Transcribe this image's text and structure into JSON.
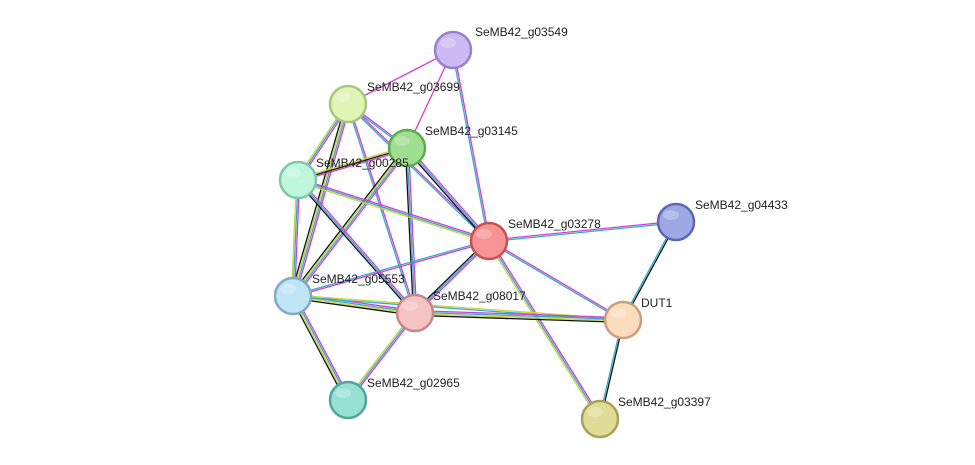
{
  "chart_data": {
    "type": "network",
    "nodes": [
      {
        "id": "SeMB42_g03549",
        "label": "SeMB42_g03549",
        "fill": "#cbbaf3",
        "stroke": "#9a7fd0"
      },
      {
        "id": "SeMB42_g03699",
        "label": "SeMB42_g03699",
        "fill": "#dff5b6",
        "stroke": "#a6c87a"
      },
      {
        "id": "SeMB42_g03145",
        "label": "SeMB42_g03145",
        "fill": "#9fdd8f",
        "stroke": "#5faa50"
      },
      {
        "id": "SeMB42_g00285",
        "label": "SeMB42_g00285",
        "fill": "#bff7dc",
        "stroke": "#7fc8a6"
      },
      {
        "id": "SeMB42_g03278",
        "label": "SeMB42_g03278",
        "fill": "#f79393",
        "stroke": "#c95050"
      },
      {
        "id": "SeMB42_g04433",
        "label": "SeMB42_g04433",
        "fill": "#9ea8e5",
        "stroke": "#5b67b5"
      },
      {
        "id": "SeMB42_g05553",
        "label": "SeMB42_g05553",
        "fill": "#bfe4f6",
        "stroke": "#7fa9c4"
      },
      {
        "id": "SeMB42_g08017",
        "label": "SeMB42_g08017",
        "fill": "#f6c3c3",
        "stroke": "#c48888"
      },
      {
        "id": "DUT1",
        "label": "DUT1",
        "fill": "#fbdcbd",
        "stroke": "#c9a07c"
      },
      {
        "id": "SeMB42_g02965",
        "label": "SeMB42_g02965",
        "fill": "#97e0d4",
        "stroke": "#4fa69a"
      },
      {
        "id": "SeMB42_g03397",
        "label": "SeMB42_g03397",
        "fill": "#e0dc97",
        "stroke": "#a8a258"
      }
    ],
    "edges": [
      {
        "source": "SeMB42_g03549",
        "target": "SeMB42_g03699",
        "colors": [
          "#d13fd1"
        ]
      },
      {
        "source": "SeMB42_g03549",
        "target": "SeMB42_g03145",
        "colors": [
          "#d13fd1"
        ]
      },
      {
        "source": "SeMB42_g03549",
        "target": "SeMB42_g03278",
        "colors": [
          "#d13fd1",
          "#34aacb"
        ]
      },
      {
        "source": "SeMB42_g03699",
        "target": "SeMB42_g00285",
        "colors": [
          "#d13fd1",
          "#34aacb",
          "#c8d43a"
        ]
      },
      {
        "source": "SeMB42_g03699",
        "target": "SeMB42_g05553",
        "colors": [
          "#d13fd1",
          "#34aacb",
          "#c8d43a",
          "#111111"
        ]
      },
      {
        "source": "SeMB42_g03699",
        "target": "SeMB42_g03145",
        "colors": [
          "#d13fd1",
          "#34aacb"
        ]
      },
      {
        "source": "SeMB42_g03699",
        "target": "SeMB42_g03278",
        "colors": [
          "#d13fd1",
          "#34aacb"
        ]
      },
      {
        "source": "SeMB42_g03699",
        "target": "SeMB42_g08017",
        "colors": [
          "#d13fd1",
          "#34aacb"
        ]
      },
      {
        "source": "SeMB42_g03145",
        "target": "SeMB42_g00285",
        "colors": [
          "#d13fd1",
          "#111111",
          "#c8d43a"
        ]
      },
      {
        "source": "SeMB42_g03145",
        "target": "SeMB42_g05553",
        "colors": [
          "#d13fd1",
          "#34aacb",
          "#c8d43a",
          "#111111"
        ]
      },
      {
        "source": "SeMB42_g03145",
        "target": "SeMB42_g03278",
        "colors": [
          "#d13fd1",
          "#34aacb",
          "#111111"
        ]
      },
      {
        "source": "SeMB42_g03145",
        "target": "SeMB42_g08017",
        "colors": [
          "#d13fd1",
          "#34aacb",
          "#111111"
        ]
      },
      {
        "source": "SeMB42_g00285",
        "target": "SeMB42_g05553",
        "colors": [
          "#d13fd1",
          "#34aacb",
          "#c8d43a"
        ]
      },
      {
        "source": "SeMB42_g00285",
        "target": "SeMB42_g03278",
        "colors": [
          "#d13fd1",
          "#34aacb",
          "#c8d43a"
        ]
      },
      {
        "source": "SeMB42_g00285",
        "target": "SeMB42_g08017",
        "colors": [
          "#d13fd1",
          "#34aacb",
          "#111111"
        ]
      },
      {
        "source": "SeMB42_g03278",
        "target": "SeMB42_g04433",
        "colors": [
          "#d13fd1",
          "#34aacb"
        ]
      },
      {
        "source": "SeMB42_g03278",
        "target": "SeMB42_g05553",
        "colors": [
          "#d13fd1",
          "#34aacb"
        ]
      },
      {
        "source": "SeMB42_g03278",
        "target": "SeMB42_g08017",
        "colors": [
          "#d13fd1",
          "#34aacb",
          "#111111"
        ]
      },
      {
        "source": "SeMB42_g03278",
        "target": "DUT1",
        "colors": [
          "#d13fd1",
          "#34aacb"
        ]
      },
      {
        "source": "SeMB42_g03278",
        "target": "SeMB42_g03397",
        "colors": [
          "#d13fd1",
          "#34aacb",
          "#c8d43a"
        ]
      },
      {
        "source": "SeMB42_g04433",
        "target": "DUT1",
        "colors": [
          "#111111",
          "#34aacb"
        ]
      },
      {
        "source": "SeMB42_g05553",
        "target": "SeMB42_g08017",
        "colors": [
          "#d13fd1",
          "#34aacb",
          "#c8d43a",
          "#111111"
        ]
      },
      {
        "source": "SeMB42_g05553",
        "target": "DUT1",
        "colors": [
          "#c8d43a",
          "#34aacb"
        ]
      },
      {
        "source": "SeMB42_g05553",
        "target": "SeMB42_g02965",
        "colors": [
          "#d13fd1",
          "#34aacb",
          "#c8d43a",
          "#111111"
        ]
      },
      {
        "source": "SeMB42_g08017",
        "target": "DUT1",
        "colors": [
          "#d13fd1",
          "#34aacb",
          "#c8d43a",
          "#111111"
        ]
      },
      {
        "source": "SeMB42_g08017",
        "target": "SeMB42_g02965",
        "colors": [
          "#d13fd1",
          "#34aacb",
          "#c8d43a"
        ]
      },
      {
        "source": "DUT1",
        "target": "SeMB42_g03397",
        "colors": [
          "#111111",
          "#34aacb"
        ]
      }
    ]
  }
}
